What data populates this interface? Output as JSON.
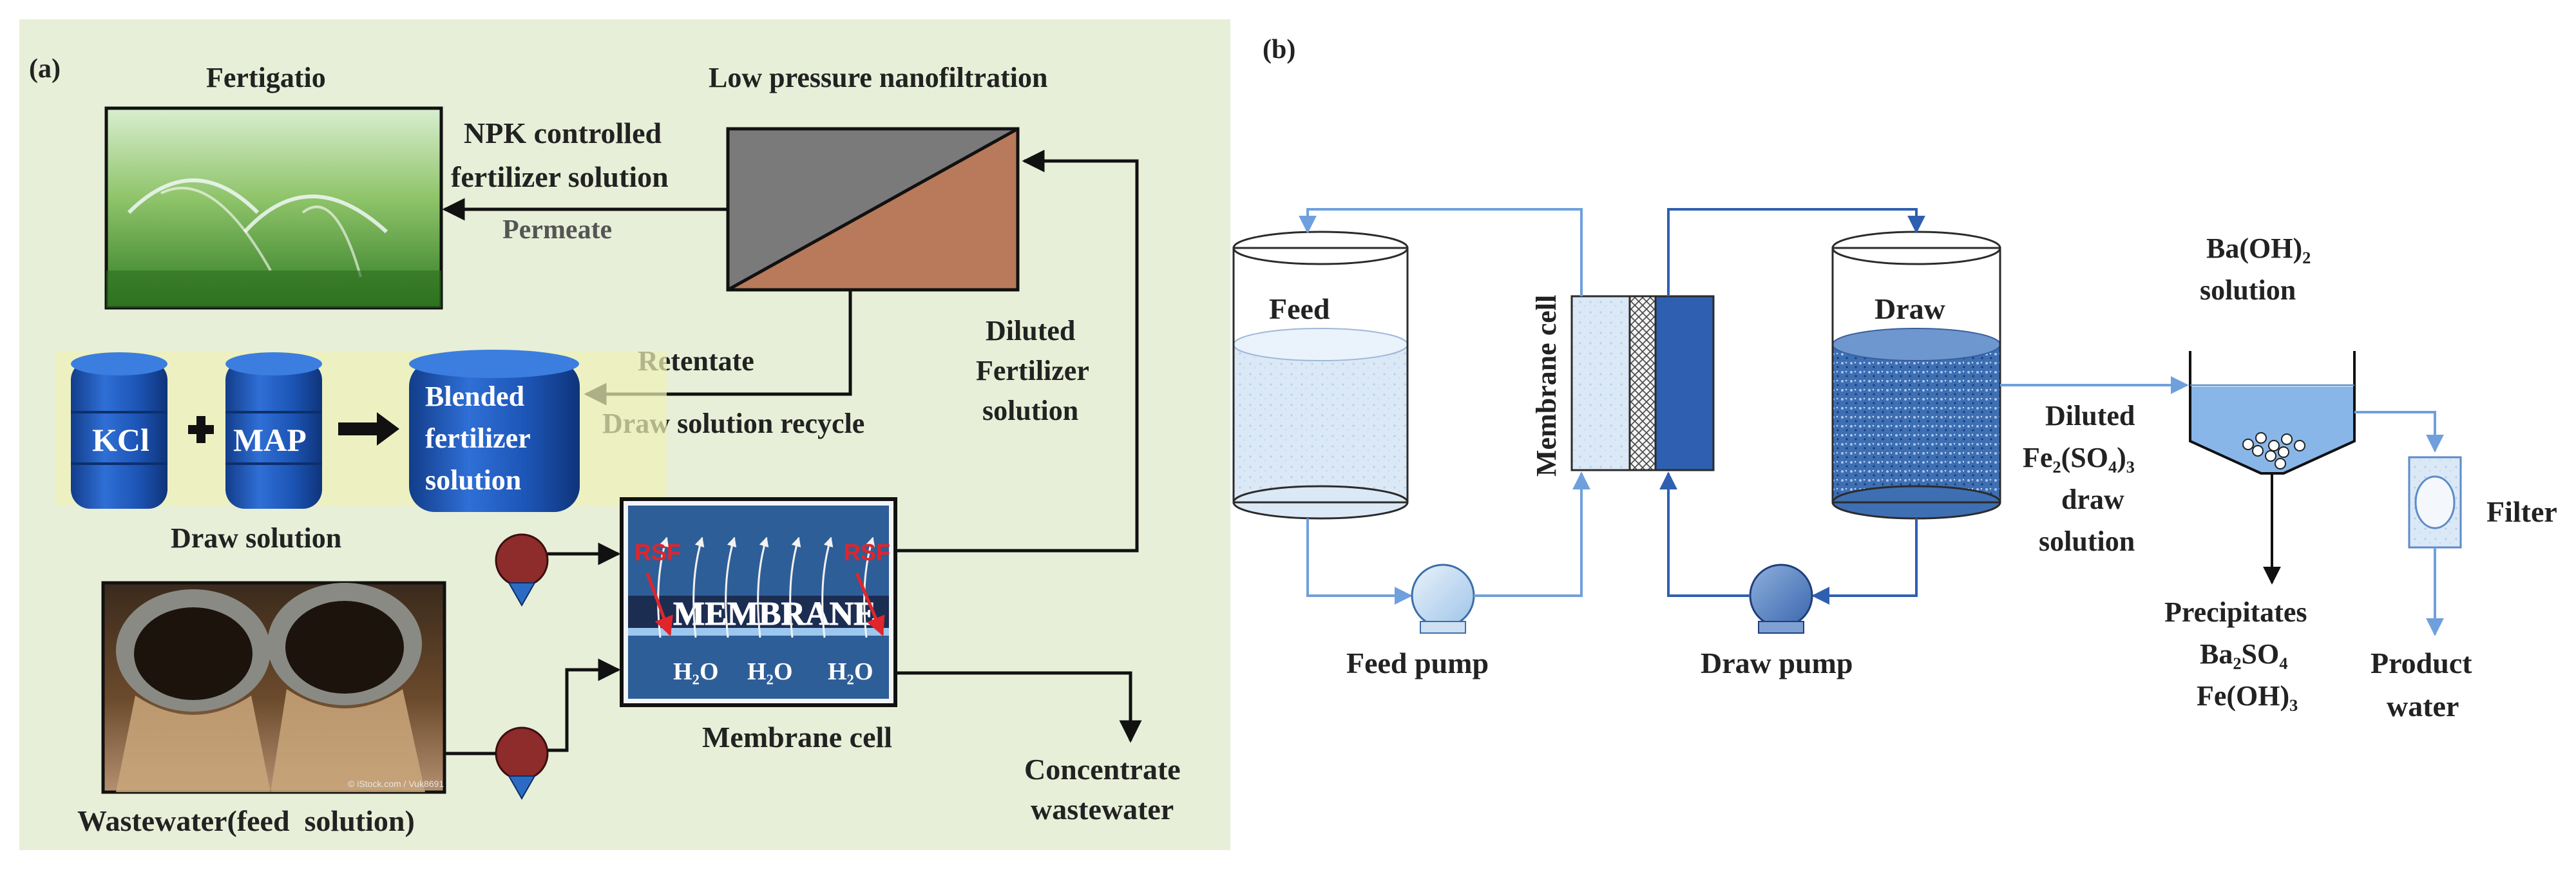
{
  "panel_a": {
    "label": "(a)",
    "fertigation": "Fertigatio",
    "nanofiltration": "Low pressure nanofiltration",
    "npk_line1": "NPK controlled",
    "npk_line2": "fertilizer solution",
    "permeate": "Permeate",
    "retentate": "Retentate",
    "recycle": "Draw solution recycle",
    "diluted_line1": "Diluted",
    "diluted_line2": "Fertilizer",
    "diluted_line3": "solution",
    "kcl": "KCl",
    "map": "MAP",
    "blended_line1": "Blended",
    "blended_line2": "fertilizer",
    "blended_line3": "solution",
    "draw_solution": "Draw solution",
    "rsf": "RSF",
    "membrane": "MEMBRANE",
    "h2o": "H₂O",
    "membrane_cell": "Membrane cell",
    "wastewater": "Wastewater(feed  solution)",
    "concentrate_line1": "Concentrate",
    "concentrate_line2": "wastewater",
    "photo_credit": "© iStock.com / Vuk8691"
  },
  "panel_b": {
    "label": "(b)",
    "feed": "Feed",
    "membrane_cell": "Membrane cell",
    "draw": "Draw",
    "feed_pump": "Feed pump",
    "draw_pump": "Draw pump",
    "diluted_line1": "Diluted",
    "diluted_line2": "Fe₂(SO₄)₃",
    "diluted_line3": "draw",
    "diluted_line4": "solution",
    "baoh_line1": "Ba(OH)₂",
    "baoh_line2": "solution",
    "filter": "Filter",
    "precip_line1": "Precipitates",
    "precip_line2": "Ba₂SO₄",
    "precip_line3": "Fe(OH)₃",
    "product_line1": "Product",
    "product_line2": "water"
  },
  "colors": {
    "panel_bg": "#e7efd8",
    "drum_blue": "#1f57b5",
    "membrane_navy": "#1c2d52",
    "pump_red": "#8e2b2b",
    "line_blue": "#6fa0dd",
    "rsf_red": "#e0252b",
    "retentate_brown": "#b87a5a",
    "permeate_gray": "#7a7a7a"
  }
}
